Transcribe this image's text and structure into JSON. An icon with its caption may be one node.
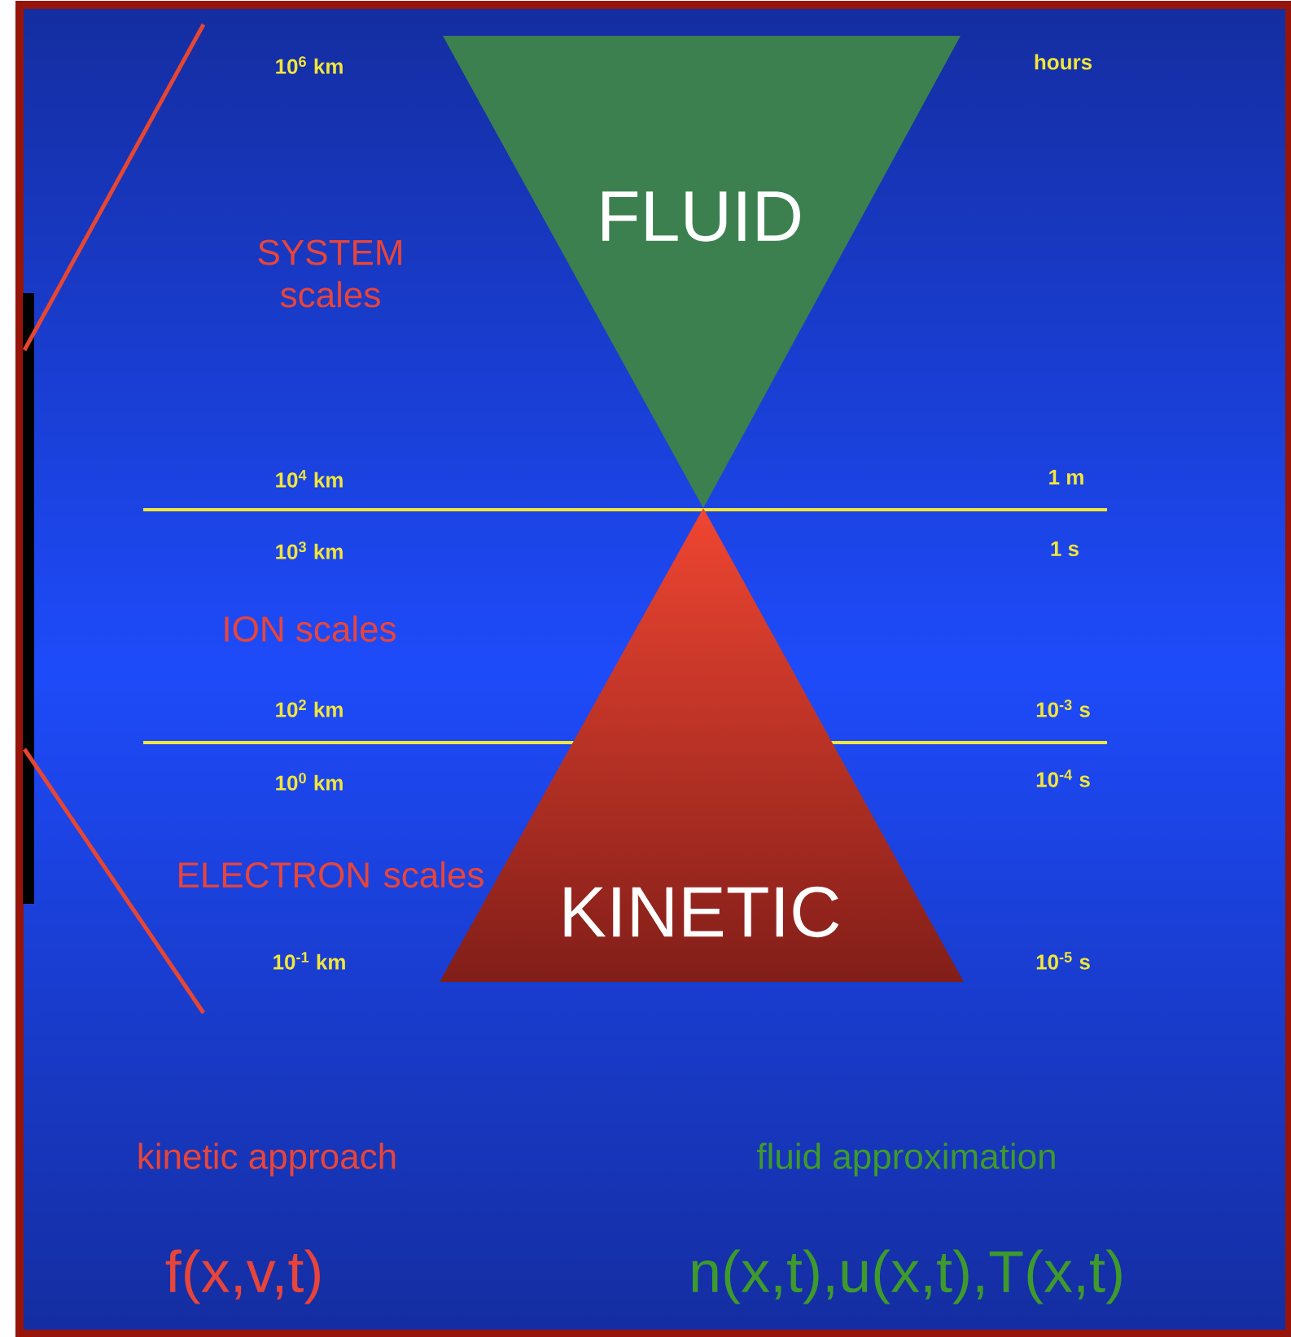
{
  "diagram": {
    "nodes": [
      {
        "text": [
          "FLUID"
        ]
      },
      {
        "text": [
          "KINETIC"
        ]
      }
    ],
    "edges": [],
    "labels": [
      "10$^{6}$ km",
      "hours",
      "SYSTEM scales",
      "10$^{4}$ km",
      "1 m",
      "10$^{3}$ km",
      "1 s",
      "ION scales",
      "10$^{2}$ km",
      "10$^{-3}$ s",
      "10$^{0}$ km",
      "10$^{-4}$ s",
      "ELECTRON scales",
      "10$^{-1}$ km",
      "10$^{-5}$ s",
      "kinetic approach",
      "fluid approximation",
      "f(x,v,t)",
      "n(x,t),u(x,t),T(x,t)"
    ]
  }
}
